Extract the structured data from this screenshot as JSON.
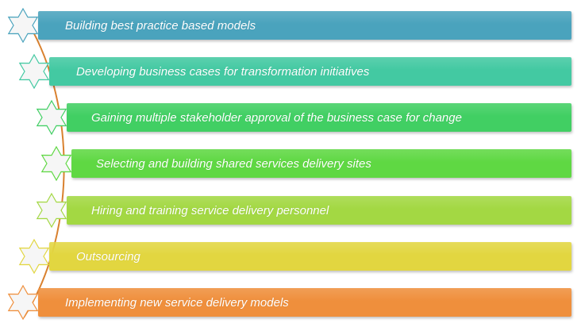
{
  "steps": [
    {
      "label": "Building best practice based models",
      "color": "#4aa3bd",
      "icon": "star-icon"
    },
    {
      "label": "Developing business cases for transformation initiatives",
      "color": "#43c9a2",
      "icon": "star-icon"
    },
    {
      "label": "Gaining multiple stakeholder approval of the business case for change",
      "color": "#41cf63",
      "icon": "star-icon"
    },
    {
      "label": "Selecting and building shared services delivery sites",
      "color": "#5fd843",
      "icon": "star-icon"
    },
    {
      "label": "Hiring and training service delivery personnel",
      "color": "#a3d843",
      "icon": "star-icon"
    },
    {
      "label": "Outsourcing",
      "color": "#e2d640",
      "icon": "star-icon"
    },
    {
      "label": "Implementing new service delivery models",
      "color": "#ef8f3c",
      "icon": "star-icon"
    }
  ],
  "connector_color": "#d9812f"
}
